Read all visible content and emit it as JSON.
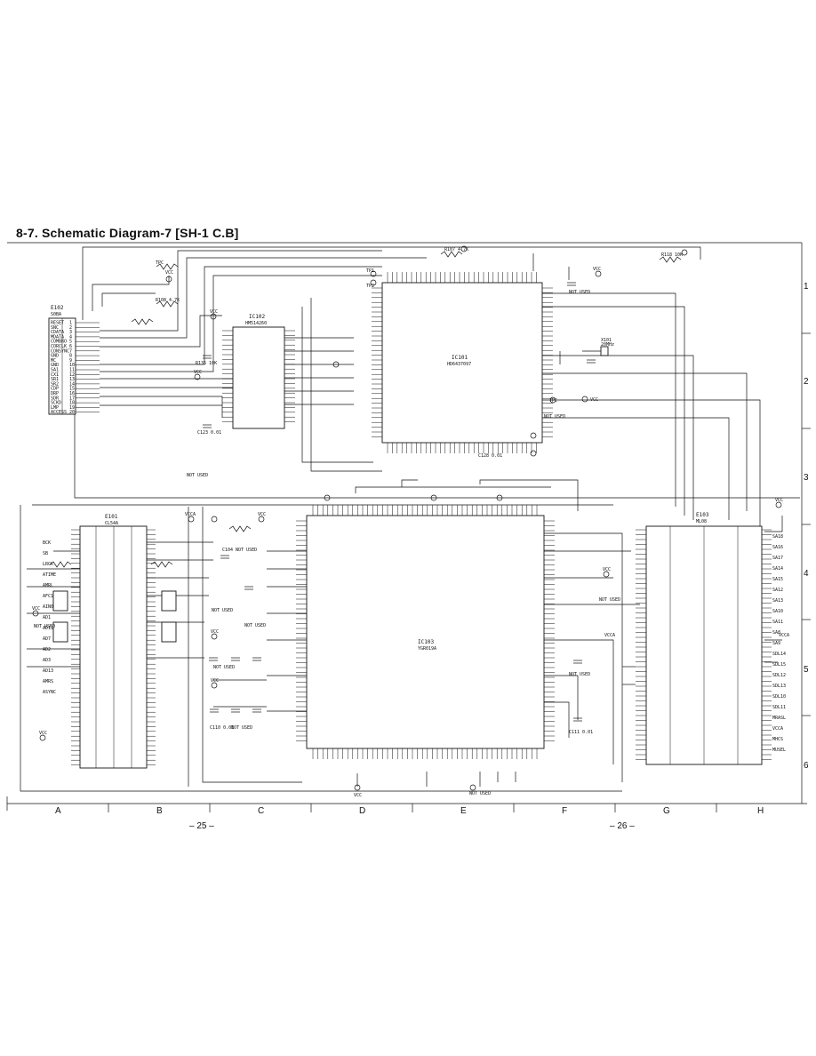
{
  "title": "8-7. Schematic Diagram-7 [SH-1 C.B]",
  "page_left": "– 25 –",
  "page_right": "– 26 –",
  "columns": [
    "A",
    "B",
    "C",
    "D",
    "E",
    "F",
    "G",
    "H"
  ],
  "rows": [
    "1",
    "2",
    "3",
    "4",
    "5",
    "6"
  ],
  "components": {
    "ic101": {
      "ref": "IC101",
      "part": "HD6437097"
    },
    "ic102": {
      "ref": "IC102",
      "part": "HM514260"
    },
    "ic103": {
      "ref": "IC103",
      "part": "YGR019A"
    },
    "e101": {
      "ref": "E101",
      "part": "CL54A"
    },
    "e102": {
      "ref": "E102",
      "part": "S0BA"
    },
    "e103": {
      "ref": "E103",
      "part": "ML08"
    },
    "x101": {
      "ref": "X101",
      "part": "20MHz"
    }
  },
  "e102_pins": [
    "RESET",
    "SNC",
    "CDATA",
    "MDATA",
    "COMBRO",
    "CORCLK",
    "CONSYNC",
    "GND",
    "MC",
    "GND",
    "SA1",
    "CX1",
    "SR1",
    "SR2",
    "CDP",
    "DRP",
    "SDR",
    "SCKD",
    "LMP",
    "ACCESS"
  ],
  "e101_left_pins": [
    "BCK",
    "SB",
    "LRCK",
    "ATIME",
    "AMRL",
    "AFC1",
    "AIN0",
    "AD1",
    "AD11",
    "AD7",
    "AD2",
    "AD3",
    "AD13",
    "AMRS",
    "ASYNC"
  ],
  "e103_right_pins": [
    "SA18",
    "SA16",
    "SA17",
    "SA14",
    "SA15",
    "SA12",
    "SA13",
    "SA10",
    "SA11",
    "SA8",
    "SA9",
    "SDL14",
    "SDL15",
    "SDL12",
    "SDL13",
    "SDL10",
    "SDL11",
    "MRASL",
    "VCCA",
    "MHCS",
    "MUSEL"
  ],
  "misc_labels": [
    "VCC",
    "NOT USED",
    "VCCA",
    "TP1",
    "TP2",
    "TPC",
    "R108 4.7K",
    "R107 4.7K",
    "R118 10K",
    "R135 10K",
    "C123 0.01",
    "C128 0.01",
    "C110 0.01",
    "C111 0.01",
    "C104 NOT USED"
  ]
}
